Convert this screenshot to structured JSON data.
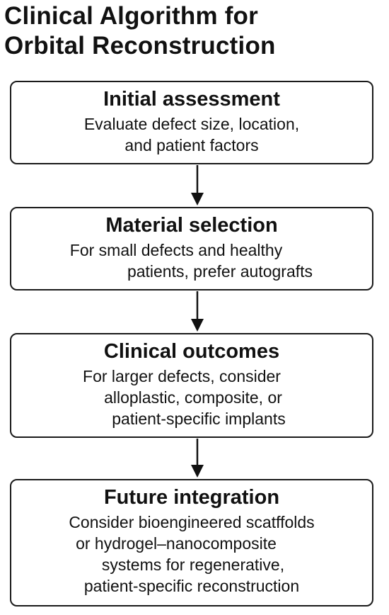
{
  "title": {
    "line1": "Clinical Algorithm for",
    "line2": "Orbital Reconstruction"
  },
  "steps": [
    {
      "heading": "Initial assessment",
      "lines": [
        "Evaluate defect size, location,",
        "and patient factors"
      ]
    },
    {
      "heading": "Material selection",
      "lines": [
        "For small defects and healthy",
        "patients, prefer autografts"
      ]
    },
    {
      "heading": "Clinical outcomes",
      "lines": [
        "For larger defects, consider",
        "alloplastic, composite, or",
        "patient-specific implants"
      ]
    },
    {
      "heading": "Future integration",
      "lines": [
        "Consider bioengineered scatffolds",
        "or hydrogel–nanocomposite",
        "systems for regenerative,",
        "patient-specific reconstruction"
      ]
    }
  ]
}
